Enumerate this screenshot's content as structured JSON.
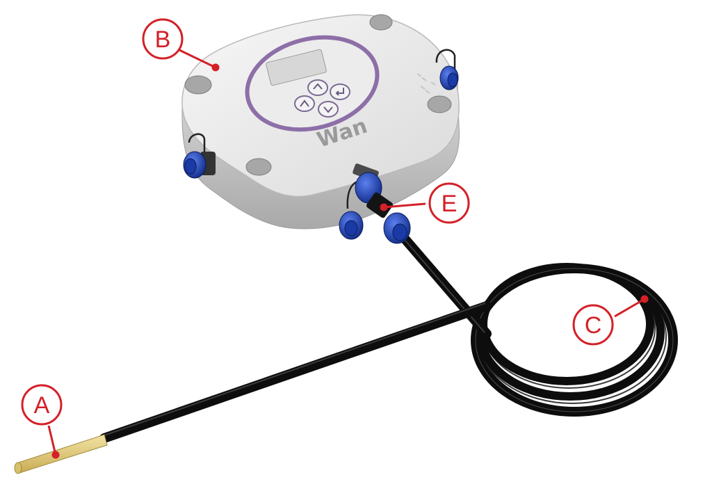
{
  "brand": "Wan",
  "colors": {
    "callout": "#d42027",
    "housing": "#e9e9e9",
    "ring": "#8d6fa8",
    "connector": "#1f3fa8",
    "cable": "#0d0d0d",
    "probe_tip": "#e6d07a"
  },
  "callouts": [
    {
      "id": "A",
      "label": "A"
    },
    {
      "id": "B",
      "label": "B"
    },
    {
      "id": "C",
      "label": "C"
    },
    {
      "id": "E",
      "label": "E"
    }
  ],
  "keypad_icons": [
    "arrow-up-icon",
    "arrow-enter-icon",
    "arrow-back-icon",
    "arrow-down-icon"
  ]
}
